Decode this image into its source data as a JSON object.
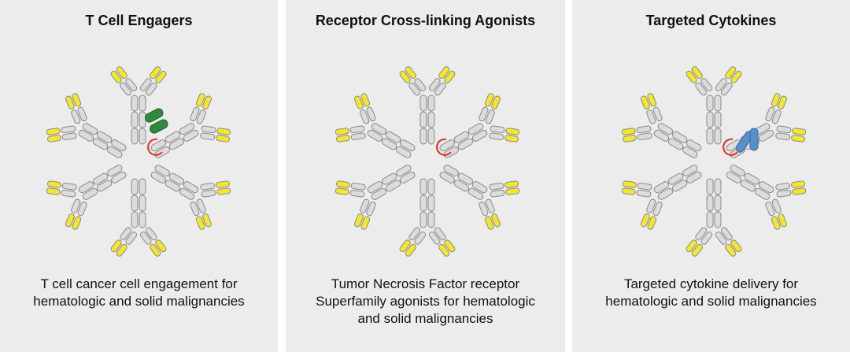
{
  "colors": {
    "panel_bg": "#ececec",
    "fragment_gray": "#dcdcdc",
    "outline": "#8a8a8a",
    "variable_yellow": "#f3e630",
    "binder_green": "#2e8b3e",
    "cytokine_blue": "#5b8fc9",
    "linker_red": "#e03a2c"
  },
  "panels": [
    {
      "title": "T Cell Engagers",
      "description": [
        "T cell cancer cell engagement for",
        "hematologic and solid malignancies"
      ],
      "payload_icon": "green-binder-icon"
    },
    {
      "title": "Receptor Cross-linking Agonists",
      "description": [
        "Tumor Necrosis Factor receptor",
        "Superfamily agonists for hematologic",
        "and solid malignancies"
      ],
      "payload_icon": "none"
    },
    {
      "title": "Targeted Cytokines",
      "description": [
        "Targeted cytokine delivery for",
        "hematologic and solid malignancies"
      ],
      "payload_icon": "cytokine-icon"
    }
  ]
}
